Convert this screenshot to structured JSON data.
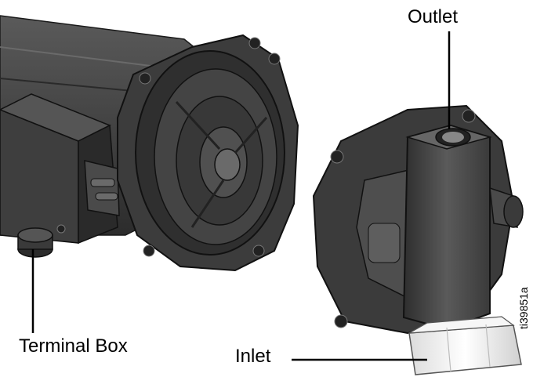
{
  "labels": {
    "outlet": "Outlet",
    "terminal_box": "Terminal Box",
    "inlet": "Inlet"
  },
  "figure_id": "ti39851a",
  "colors": {
    "body_dark": "#3a3a3a",
    "body_mid": "#4d4d4d",
    "body_light": "#666666",
    "fitting": "#f2f2f2",
    "line": "#000000"
  }
}
